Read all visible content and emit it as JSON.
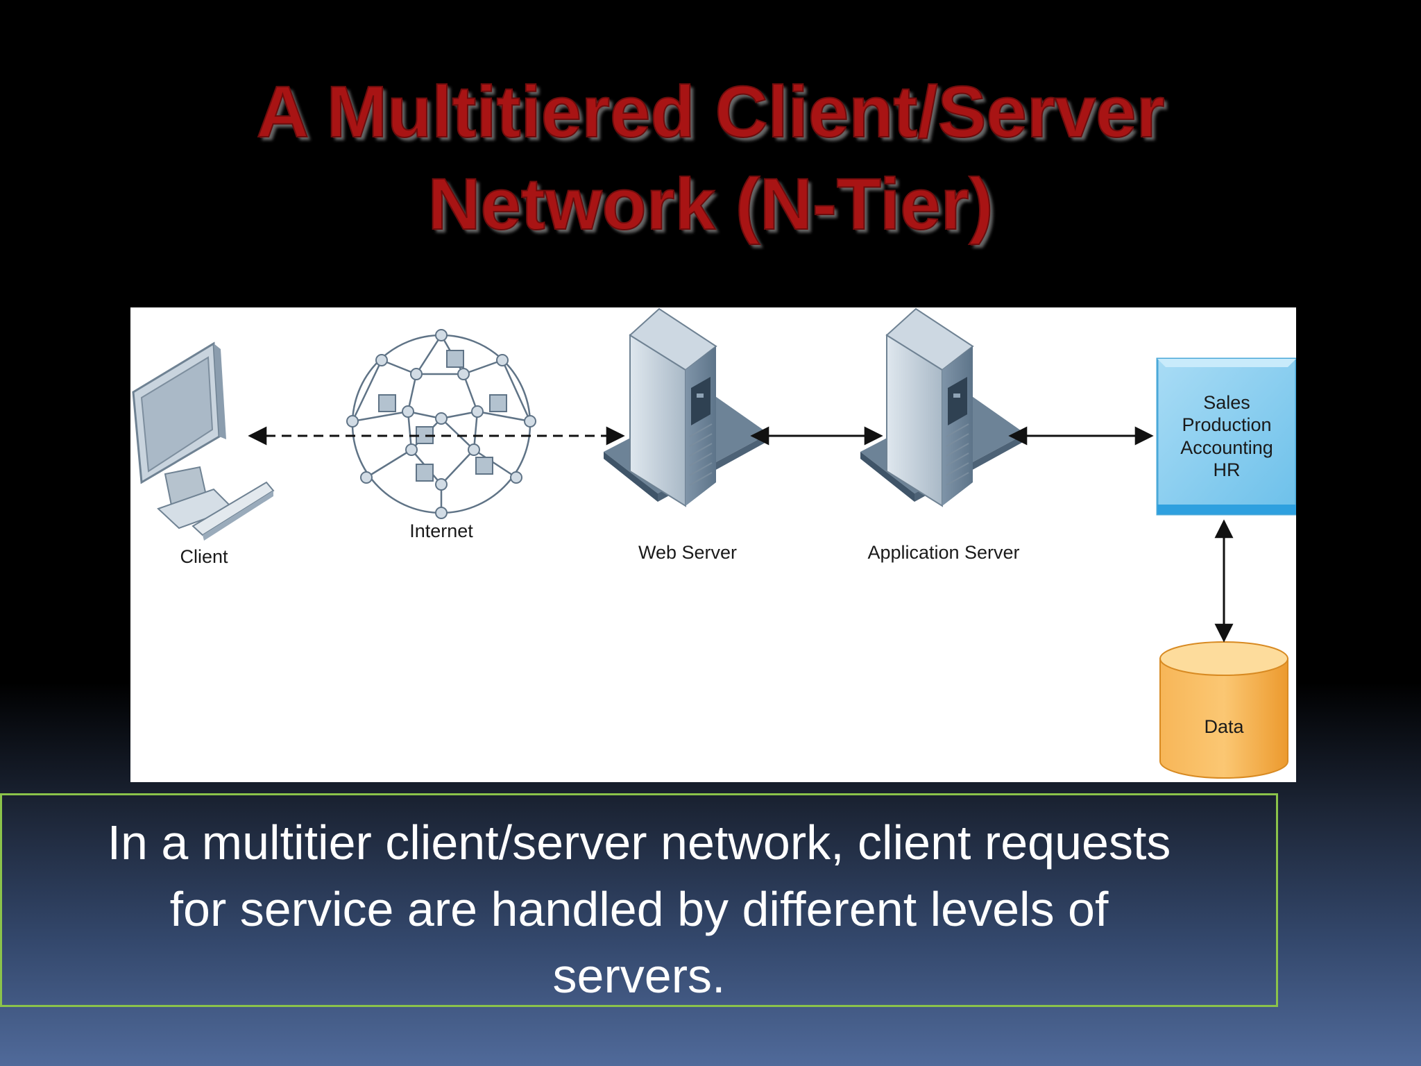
{
  "slide": {
    "title_line1": "A Multitiered Client/Server",
    "title_line2": "Network (N-Tier)",
    "caption_lines": [
      "In a multitier client/server network, client requests",
      "for service are handled by different levels of",
      "servers."
    ]
  },
  "diagram": {
    "nodes": {
      "client": {
        "label": "Client",
        "icon": "computer-monitor-icon"
      },
      "internet": {
        "label": "Internet",
        "icon": "network-globe-icon"
      },
      "web_server": {
        "label": "Web Server",
        "icon": "server-tower-icon"
      },
      "app_server": {
        "label": "Application Server",
        "icon": "server-tower-icon"
      },
      "business_box": {
        "lines": [
          "Sales",
          "Production",
          "Accounting",
          "HR"
        ],
        "color": "#86cdef"
      },
      "data": {
        "label": "Data",
        "icon": "database-cylinder-icon",
        "color": "#f5ad4a"
      }
    },
    "connections": [
      {
        "from": "client",
        "to": "web_server",
        "style": "dashed",
        "direction": "both"
      },
      {
        "from": "web_server",
        "to": "app_server",
        "style": "solid",
        "direction": "both"
      },
      {
        "from": "app_server",
        "to": "business_box",
        "style": "solid",
        "direction": "both"
      },
      {
        "from": "business_box",
        "to": "data",
        "style": "solid",
        "direction": "both"
      }
    ]
  },
  "colors": {
    "title": "#a81414",
    "caption_border": "#8bc34a",
    "server": "#b9c7d3",
    "server_dark": "#3f5468"
  }
}
